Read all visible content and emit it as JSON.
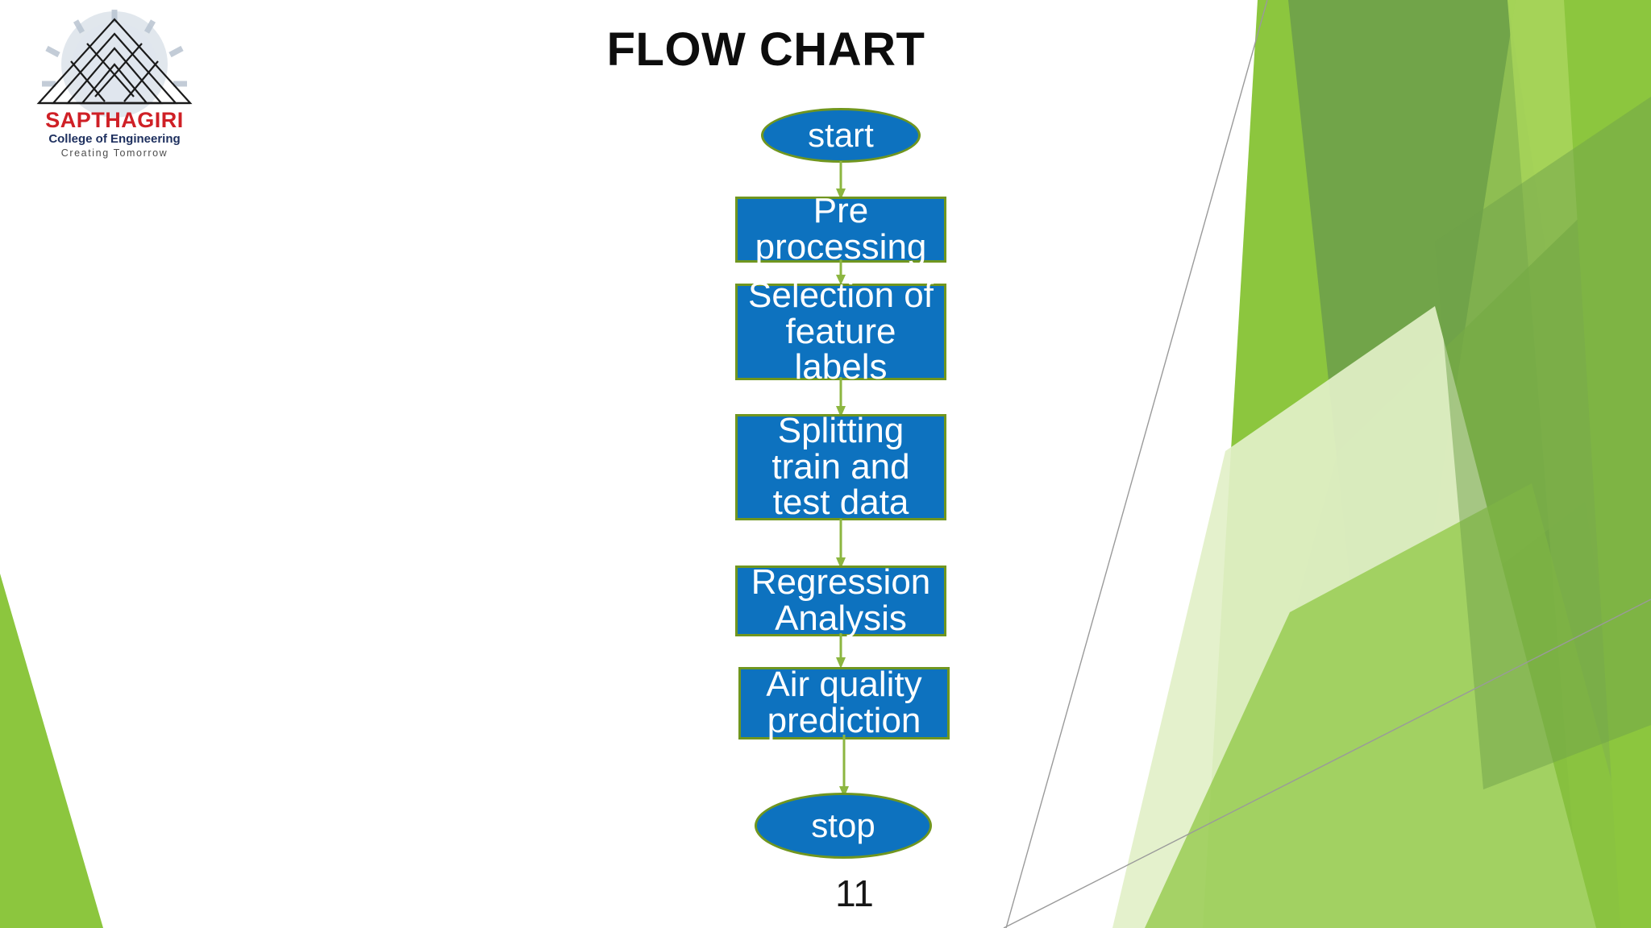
{
  "slide": {
    "title": "FLOW CHART",
    "page_number": "11",
    "background_color": "#ffffff"
  },
  "logo": {
    "name": "SAPTHAGIRI",
    "line2": "College of Engineering",
    "tagline": "Creating Tomorrow",
    "name_color": "#cf2026",
    "line2_color": "#1d2f5e",
    "tagline_color": "#4c4c4c"
  },
  "theme": {
    "node_fill": "#0d72bf",
    "node_border": "#70961f",
    "node_text": "#ffffff",
    "connector": "#8cb640",
    "title_color": "#0d0d0d",
    "deco_dark_green": "#70a24a",
    "deco_mid_green": "#7cb342",
    "deco_bright_green": "#8cc63e",
    "deco_light_green": "#a6d45a",
    "deco_pale_green": "#e2f0c8",
    "deco_line": "#9a9a9a"
  },
  "chart_data": {
    "type": "diagram",
    "title": "FLOW CHART",
    "orientation": "vertical",
    "nodes": [
      {
        "id": "start",
        "label": "start",
        "shape": "oval"
      },
      {
        "id": "preprocess",
        "label": "Pre\nprocessing",
        "shape": "rect"
      },
      {
        "id": "selection",
        "label": "Selection of\nfeature\nlabels",
        "shape": "rect"
      },
      {
        "id": "splitting",
        "label": "Splitting\ntrain and\ntest data",
        "shape": "rect"
      },
      {
        "id": "regression",
        "label": "Regression\nAnalysis",
        "shape": "rect"
      },
      {
        "id": "prediction",
        "label": "Air quality\nprediction",
        "shape": "rect"
      },
      {
        "id": "stop",
        "label": "stop",
        "shape": "oval"
      }
    ],
    "edges": [
      {
        "from": "start",
        "to": "preprocess"
      },
      {
        "from": "preprocess",
        "to": "selection"
      },
      {
        "from": "selection",
        "to": "splitting"
      },
      {
        "from": "splitting",
        "to": "regression"
      },
      {
        "from": "regression",
        "to": "prediction"
      },
      {
        "from": "prediction",
        "to": "stop"
      }
    ]
  }
}
